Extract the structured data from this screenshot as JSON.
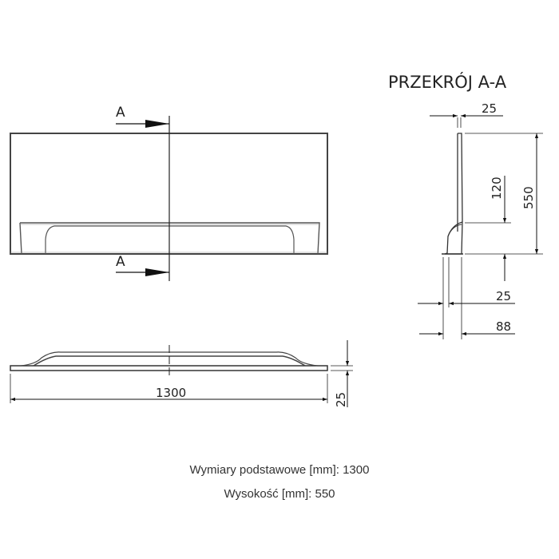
{
  "section": {
    "title": "PRZEKRÓJ A-A",
    "dim_top_thickness": "25",
    "dim_height": "550",
    "dim_lip_height": "120",
    "dim_bottom_thickness": "25",
    "dim_base_depth": "88"
  },
  "front_view": {
    "section_marker_top": "A",
    "section_marker_bottom": "A"
  },
  "top_view": {
    "dim_width": "1300",
    "dim_thickness": "25"
  },
  "specs": {
    "base_dimensions": "Wymiary podstawowe [mm]: 1300",
    "height": "Wysokość [mm]: 550"
  }
}
